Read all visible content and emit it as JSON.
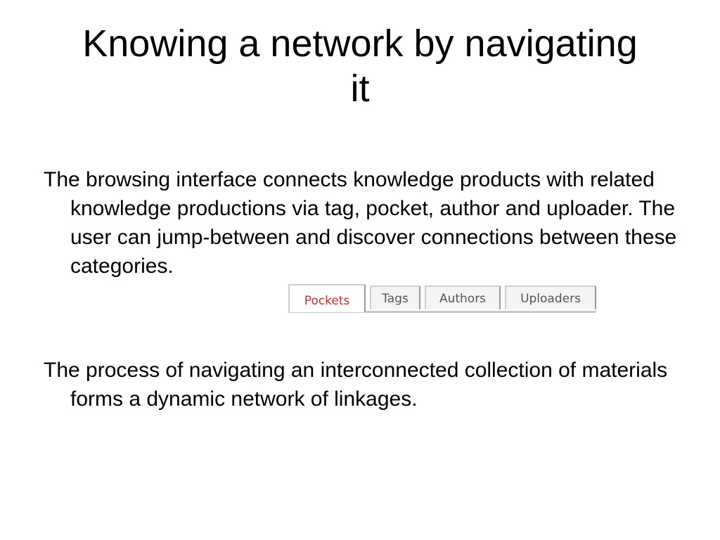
{
  "slide": {
    "title": "Knowing a network by navigating it",
    "bullets": [
      "The browsing interface connects knowledge products with related knowledge productions via tag, pocket, author and uploader.  The user can jump-between and discover connections between these categories.",
      "The process of navigating an interconnected collection of materials forms a dynamic network of linkages."
    ]
  },
  "tabs": {
    "items": [
      {
        "label": "Pockets",
        "active": true
      },
      {
        "label": "Tags",
        "active": false
      },
      {
        "label": "Authors",
        "active": false
      },
      {
        "label": "Uploaders",
        "active": false
      }
    ],
    "active_color": "#d42b2b",
    "inactive_color": "#555555"
  }
}
